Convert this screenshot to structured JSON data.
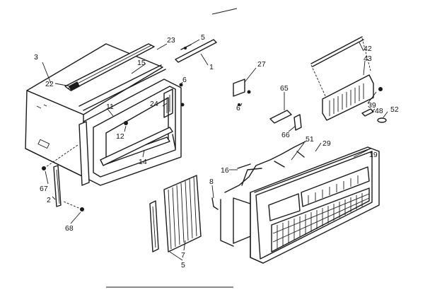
{
  "diagram": {
    "part_numbers": {
      "p3": "3",
      "p22": "22",
      "p23": "23",
      "p5_top": "5",
      "p1": "1",
      "p15": "15",
      "p6": "6",
      "p24": "24",
      "p11": "11",
      "p12": "12",
      "p14": "14",
      "p67": "67",
      "p2": "2",
      "p68": "68",
      "p27": "27",
      "p6_mid": "6",
      "p65": "65",
      "p66": "66",
      "p42": "42",
      "p43": "43",
      "p39": "39",
      "p48": "48",
      "p52": "52",
      "p51": "51",
      "p29": "29",
      "p19": "19",
      "p16": "16",
      "p8": "8",
      "p7": "7",
      "p5_bottom": "5"
    },
    "colors": {
      "ink": "#1a1a1a",
      "paper": "#ffffff"
    }
  }
}
